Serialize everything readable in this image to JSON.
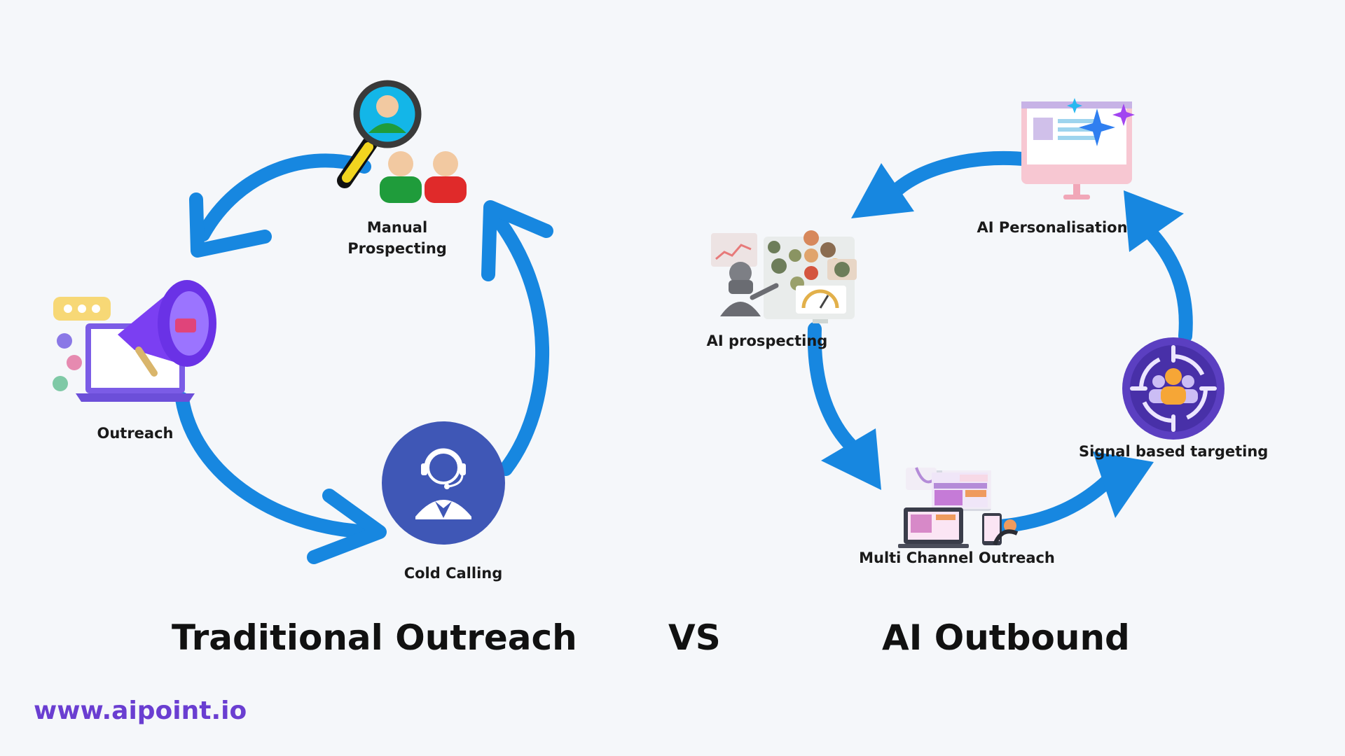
{
  "colors": {
    "arrow": "#1787e0",
    "background": "#f5f7fa",
    "brand": "#6a3ed1",
    "headset_circle": "#3f57b6",
    "target_circle": "#5b3fc1"
  },
  "traditional": {
    "title": "Traditional Outreach",
    "nodes": {
      "manual_prospecting": {
        "line1": "Manual",
        "line2": "Prospecting"
      },
      "outreach": "Outreach",
      "cold_calling": "Cold Calling"
    }
  },
  "versus": "VS",
  "ai": {
    "title": "AI Outbound",
    "nodes": {
      "ai_personalisation": "AI Personalisation",
      "ai_prospecting": "AI prospecting",
      "multi_channel": "Multi Channel Outreach",
      "signal_targeting": "Signal based targeting"
    }
  },
  "footer": {
    "website": "www.aipoint.io"
  },
  "icons": {
    "manual_prospecting": "magnifier-people-icon",
    "outreach": "laptop-megaphone-icon",
    "cold_calling": "headset-agent-icon",
    "ai_personalisation": "monitor-sparkle-icon",
    "ai_prospecting": "robot-dashboard-icon",
    "multi_channel": "devices-icon",
    "signal_targeting": "target-audience-icon"
  }
}
